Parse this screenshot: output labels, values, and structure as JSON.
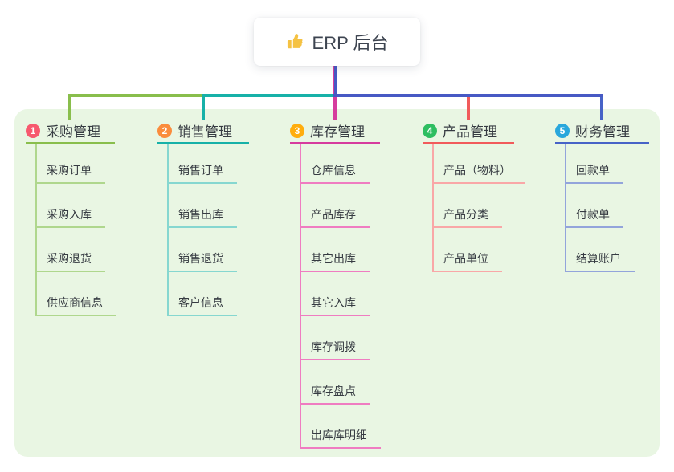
{
  "root": {
    "label": "ERP 后台",
    "icon": "thumbs-up-icon"
  },
  "branches": [
    {
      "badge": "1",
      "label": "采购管理",
      "badge_color": "#F7596E",
      "line_color": "#89BE4C",
      "light_line_color": "#AFD78D",
      "children": [
        "采购订单",
        "采购入库",
        "采购退货",
        "供应商信息"
      ]
    },
    {
      "badge": "2",
      "label": "销售管理",
      "badge_color": "#FA8C3C",
      "line_color": "#17B1A8",
      "light_line_color": "#86D7D0",
      "children": [
        "销售订单",
        "销售出库",
        "销售退货",
        "客户信息"
      ]
    },
    {
      "badge": "3",
      "label": "库存管理",
      "badge_color": "#FFAD0D",
      "line_color": "#D63C9E",
      "light_line_color": "#EF7CC1",
      "children": [
        "仓库信息",
        "产品库存",
        "其它出库",
        "其它入库",
        "库存调拨",
        "库存盘点",
        "出库库明细"
      ]
    },
    {
      "badge": "4",
      "label": "产品管理",
      "badge_color": "#2EBE61",
      "line_color": "#F15B5B",
      "light_line_color": "#F9A7A7",
      "children": [
        "产品（物料）",
        "产品分类",
        "产品单位"
      ]
    },
    {
      "badge": "5",
      "label": "财务管理",
      "badge_color": "#29A7DC",
      "line_color": "#4763C7",
      "light_line_color": "#93A4DB",
      "children": [
        "回款单",
        "付款单",
        "结算账户"
      ]
    }
  ],
  "colors": {
    "canvas_bg": "#FFFFFF",
    "panel_bg": "#E9F6E3",
    "trunk": "#4759C4",
    "node_text": "#363B42",
    "root_text": "#3D4450",
    "thumb_icon": "#F5C243"
  }
}
